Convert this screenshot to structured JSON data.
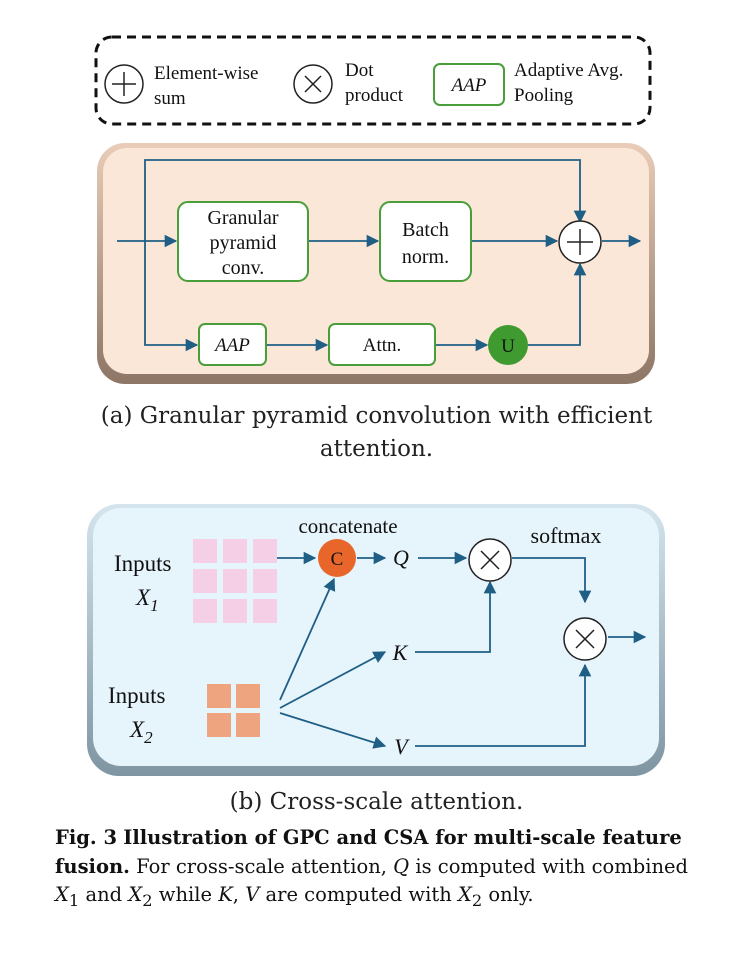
{
  "legend": {
    "sum_label_line1": "Element-wise",
    "sum_label_line2": "sum",
    "dot_label_line1": "Dot",
    "dot_label_line2": "product",
    "aap_box": "AAP",
    "aap_label_line1": "Adaptive Avg.",
    "aap_label_line2": "Pooling"
  },
  "gpc": {
    "box1_line1": "Granular",
    "box1_line2": "pyramid",
    "box1_line3": "conv.",
    "box2_line1": "Batch",
    "box2_line2": "norm.",
    "aap": "AAP",
    "attn": "Attn.",
    "u": "U"
  },
  "csa": {
    "concatenate": "concatenate",
    "c": "C",
    "q": "Q",
    "k": "K",
    "v": "V",
    "softmax": "softmax",
    "inputs1": "Inputs",
    "x1": "X",
    "x1_sub": "1",
    "inputs2": "Inputs",
    "x2": "X",
    "x2_sub": "2"
  },
  "captions": {
    "a_line1": "(a) Granular pyramid convolution with efficient",
    "a_line2": "attention.",
    "b": "(b) Cross-scale attention."
  },
  "figure_caption": {
    "label": "Fig. 3",
    "title": "Illustration of GPC and CSA for multi-scale feature fusion.",
    "text_1": "For cross-scale attention,",
    "q": "Q",
    "text_2": "is computed with combined",
    "x": "X",
    "sub1": "1",
    "text_3": "and",
    "sub2": "2",
    "text_4": "while",
    "k": "K",
    "comma": ",",
    "v": "V",
    "text_5": "are computed with",
    "text_6": "only."
  },
  "colors": {
    "green_border": "#4a9e3a",
    "gpc_bg": "#fbe7d8",
    "csa_bg": "#e6f4fb",
    "arrow": "#1f5f86",
    "concat_orange": "#e8662a",
    "u_green": "#3f9a2f",
    "pink_cell": "#f4cfe6",
    "salmon_cell": "#eea57f"
  }
}
